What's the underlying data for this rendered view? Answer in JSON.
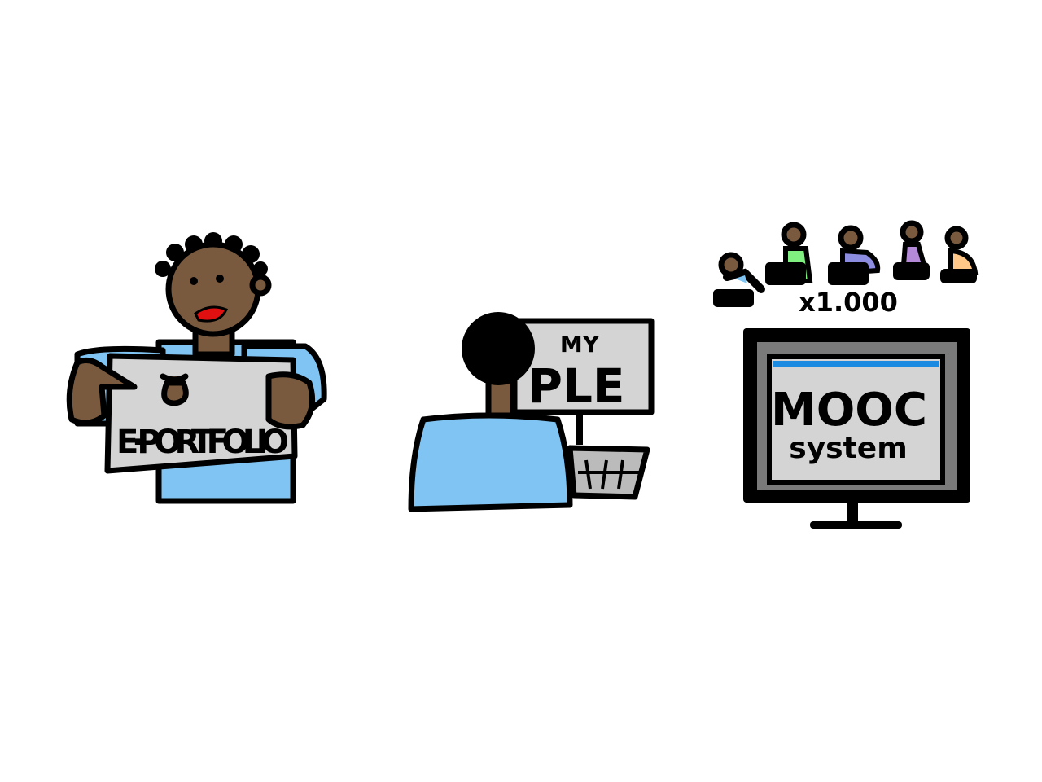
{
  "scene": {
    "eportfolio": {
      "sign_text": "E·PORTFOLIO"
    },
    "ple": {
      "screen_line1": "MY",
      "screen_line2": "PLE"
    },
    "mooc": {
      "multiplier": "x1.000",
      "screen_line1": "MOOC",
      "screen_line2": "system"
    }
  },
  "colors": {
    "skin": "#7a5a3e",
    "shirt": "#7fc4f2",
    "sign": "#d4d4d4",
    "lips": "#e01010",
    "screen_bar": "#1a8be0",
    "learner_shirts": [
      "#7fc4f2",
      "#80f080",
      "#8c8ce0",
      "#b48ad8",
      "#ffc888"
    ]
  }
}
